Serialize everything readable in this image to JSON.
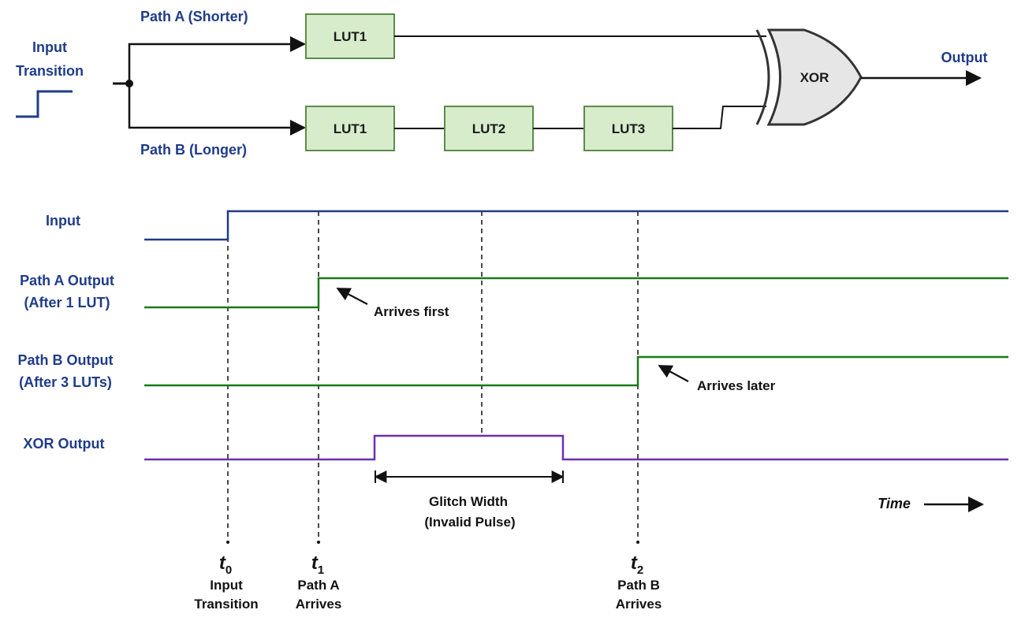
{
  "circuit": {
    "input_label": [
      "Input",
      "Transition"
    ],
    "path_a_label": "Path A (Shorter)",
    "path_b_label": "Path B (Longer)",
    "path_a_luts": [
      "LUT1"
    ],
    "path_b_luts": [
      "LUT1",
      "LUT2",
      "LUT3"
    ],
    "gate_label": "XOR",
    "output_label": "Output"
  },
  "timing": {
    "signals": [
      {
        "id": "input",
        "label": [
          "Input"
        ],
        "color": "#1f3c88"
      },
      {
        "id": "path-a-output",
        "label": [
          "Path A Output",
          "(After 1 LUT)"
        ],
        "color": "#1a7a1a"
      },
      {
        "id": "path-b-output",
        "label": [
          "Path B Output",
          "(After 3 LUTs)"
        ],
        "color": "#1a7a1a"
      },
      {
        "id": "xor-output",
        "label": [
          "XOR Output"
        ],
        "color": "#6a2fb0"
      }
    ],
    "annotations": {
      "arrives_first": "Arrives first",
      "arrives_later": "Arrives later",
      "glitch": [
        "Glitch Width",
        "(Invalid Pulse)"
      ],
      "time_axis": "Time"
    },
    "markers": [
      {
        "symbol": "t",
        "subscript": "0",
        "caption": [
          "Input",
          "Transition"
        ]
      },
      {
        "symbol": "t",
        "subscript": "1",
        "caption": [
          "Path A",
          "Arrives"
        ]
      },
      {
        "symbol": "t",
        "subscript": "2",
        "caption": [
          "Path B",
          "Arrives"
        ]
      }
    ]
  },
  "colors": {
    "blue": "#1f3c88",
    "green": "#1a7a1a",
    "purple": "#6a2fb0",
    "lut_fill": "#d7eccb",
    "lut_stroke": "#5d8a4a",
    "gate_fill": "#e6e6e6"
  }
}
